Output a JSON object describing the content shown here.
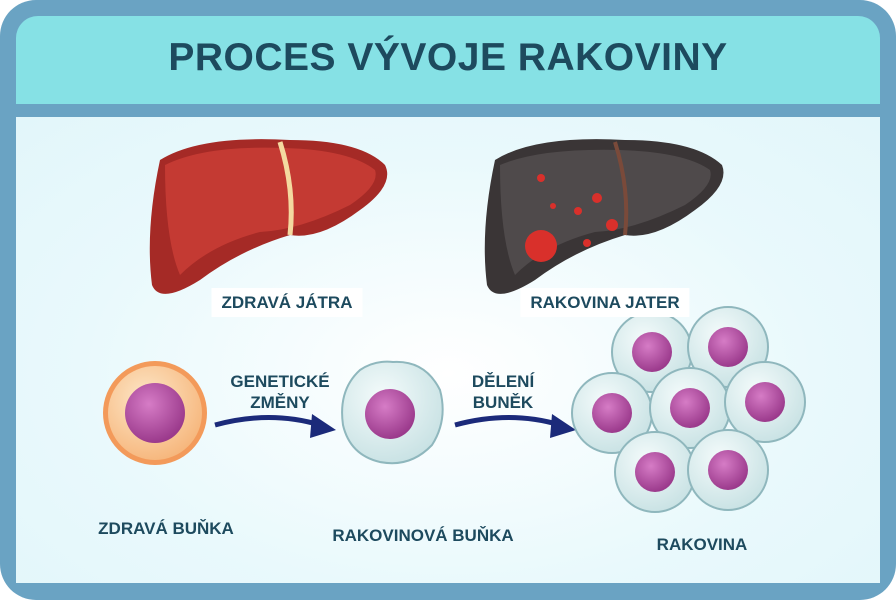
{
  "title": "PROCES VÝVOJE RAKOVINY",
  "livers": {
    "healthy_label": "ZDRAVÁ JÁTRA",
    "cancer_label": "RAKOVINA JATER"
  },
  "arrows": {
    "first": [
      "GENETICKÉ",
      "ZMĚNY"
    ],
    "second": [
      "DĚLENÍ",
      "BUNĚK"
    ]
  },
  "cells": {
    "healthy_label": "ZDRAVÁ BUŇKA",
    "cancer_label": "RAKOVINOVÁ BUŇKA",
    "cluster_label": "RAKOVINA"
  },
  "colors": {
    "frame": "#6aa3c3",
    "header": "#86e1e5",
    "text": "#1d4a5e",
    "arrow": "#1b2a7a",
    "nucleus": "#b04a9e"
  }
}
